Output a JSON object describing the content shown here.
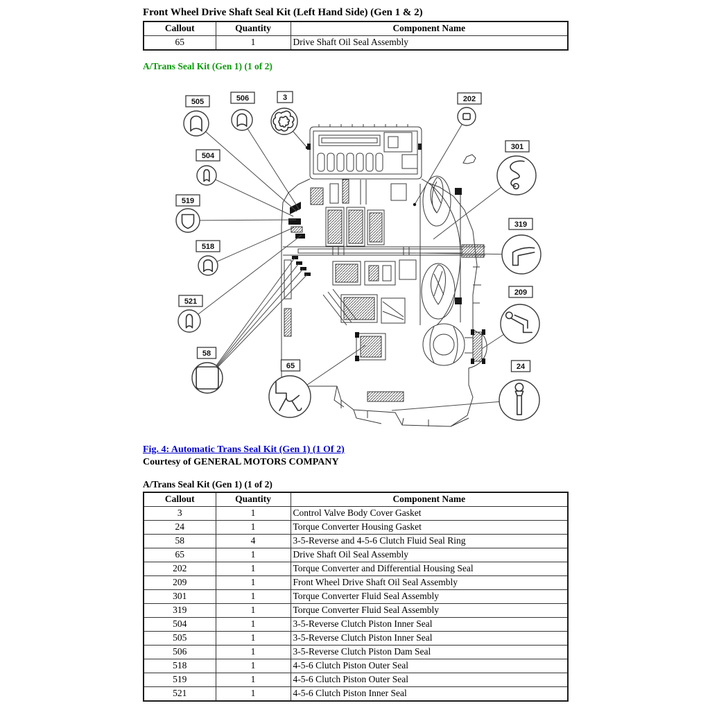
{
  "colors": {
    "heading_green": "#0a9a0a",
    "link_blue": "#0000cc"
  },
  "table1": {
    "title": "Front Wheel Drive Shaft Seal Kit (Left Hand Side) (Gen 1 & 2)",
    "headers": [
      "Callout",
      "Quantity",
      "Component Name"
    ],
    "rows": [
      [
        "65",
        "1",
        "Drive Shaft Oil Seal Assembly"
      ]
    ]
  },
  "diagram_heading": "A/Trans Seal Kit (Gen 1) (1 of 2)",
  "figure": {
    "caption": "Fig. 4: Automatic Trans Seal Kit (Gen 1) (1 Of 2)",
    "courtesy": "Courtesy of GENERAL MOTORS COMPANY"
  },
  "table2": {
    "title": "A/Trans Seal Kit (Gen 1) (1 of 2)",
    "headers": [
      "Callout",
      "Quantity",
      "Component Name"
    ],
    "rows": [
      [
        "3",
        "1",
        "Control Valve Body Cover Gasket"
      ],
      [
        "24",
        "1",
        "Torque Converter Housing Gasket"
      ],
      [
        "58",
        "4",
        "3-5-Reverse and 4-5-6 Clutch Fluid Seal Ring"
      ],
      [
        "65",
        "1",
        "Drive Shaft Oil Seal Assembly"
      ],
      [
        "202",
        "1",
        "Torque Converter and Differential Housing Seal"
      ],
      [
        "209",
        "1",
        "Front Wheel Drive Shaft Oil Seal Assembly"
      ],
      [
        "301",
        "1",
        "Torque Converter Fluid Seal Assembly"
      ],
      [
        "319",
        "1",
        "Torque Converter Fluid Seal Assembly"
      ],
      [
        "504",
        "1",
        "3-5-Reverse Clutch Piston Inner Seal"
      ],
      [
        "505",
        "1",
        "3-5-Reverse Clutch Piston Inner Seal"
      ],
      [
        "506",
        "1",
        "3-5-Reverse Clutch Piston Dam Seal"
      ],
      [
        "518",
        "1",
        "4-5-6 Clutch Piston Outer Seal"
      ],
      [
        "519",
        "1",
        "4-5-6 Clutch Piston Outer Seal"
      ],
      [
        "521",
        "1",
        "4-5-6 Clutch Piston Inner Seal"
      ]
    ]
  },
  "diagram": {
    "callouts": [
      {
        "id": "505",
        "icon": "piston-seal-icon",
        "label": [
          55,
          21
        ],
        "circle": [
          53,
          53,
          18
        ],
        "targets": [
          [
            198,
            180
          ]
        ]
      },
      {
        "id": "506",
        "icon": "piston-seal-icon",
        "label": [
          120,
          16
        ],
        "circle": [
          119,
          48,
          15
        ],
        "targets": [
          [
            202,
            178
          ]
        ]
      },
      {
        "id": "3",
        "icon": "gasket-icon",
        "label": [
          181,
          15
        ],
        "circle": [
          180,
          50,
          19
        ],
        "targets": [
          [
            213,
            88
          ]
        ],
        "dot": true
      },
      {
        "id": "202",
        "icon": "small-square-seal-icon",
        "label": [
          447,
          17
        ],
        "circle": [
          443,
          43,
          13
        ],
        "targets": [
          [
            368,
            170
          ]
        ],
        "dot": true
      },
      {
        "id": "504",
        "icon": "piston-seal-narrow-icon",
        "label": [
          70,
          99
        ],
        "circle": [
          68,
          128,
          14
        ],
        "targets": [
          [
            193,
            187
          ]
        ]
      },
      {
        "id": "301",
        "icon": "lip-seal-s-icon",
        "label": [
          516,
          86
        ],
        "circle": [
          515,
          128,
          28
        ],
        "targets": [
          [
            395,
            220
          ]
        ]
      },
      {
        "id": "519",
        "icon": "shield-seal-icon",
        "label": [
          41,
          164
        ],
        "circle": [
          41,
          193,
          17
        ],
        "targets": [
          [
            197,
            192
          ]
        ]
      },
      {
        "id": "319",
        "icon": "lip-seal-check-icon",
        "label": [
          521,
          198
        ],
        "circle": [
          522,
          242,
          28
        ],
        "targets": [
          [
            370,
            240
          ]
        ]
      },
      {
        "id": "518",
        "icon": "piston-seal-icon",
        "label": [
          70,
          230
        ],
        "circle": [
          70,
          258,
          14
        ],
        "targets": [
          [
            194,
            203
          ]
        ]
      },
      {
        "id": "209",
        "icon": "lip-seal-spring-icon",
        "label": [
          521,
          296
        ],
        "circle": [
          520,
          342,
          28
        ],
        "targets": [
          [
            465,
            378
          ]
        ]
      },
      {
        "id": "521",
        "icon": "piston-seal-narrow-icon",
        "label": [
          45,
          309
        ],
        "circle": [
          43,
          338,
          16
        ],
        "targets": [
          [
            205,
            214
          ]
        ]
      },
      {
        "id": "58",
        "icon": "square-ring-icon",
        "label": [
          68,
          384
        ],
        "circle": [
          69,
          420,
          22
        ],
        "targets": [
          [
            195,
            247
          ],
          [
            201,
            255
          ],
          [
            207,
            263
          ],
          [
            213,
            271
          ]
        ]
      },
      {
        "id": "65",
        "icon": "drive-shaft-seal-icon",
        "label": [
          189,
          402
        ],
        "circle": [
          188,
          447,
          30
        ],
        "targets": [
          [
            297,
            373
          ]
        ]
      },
      {
        "id": "24",
        "icon": "pin-gasket-icon",
        "label": [
          521,
          403
        ],
        "circle": [
          519,
          452,
          29
        ],
        "targets": [
          [
            335,
            467
          ]
        ]
      }
    ]
  }
}
